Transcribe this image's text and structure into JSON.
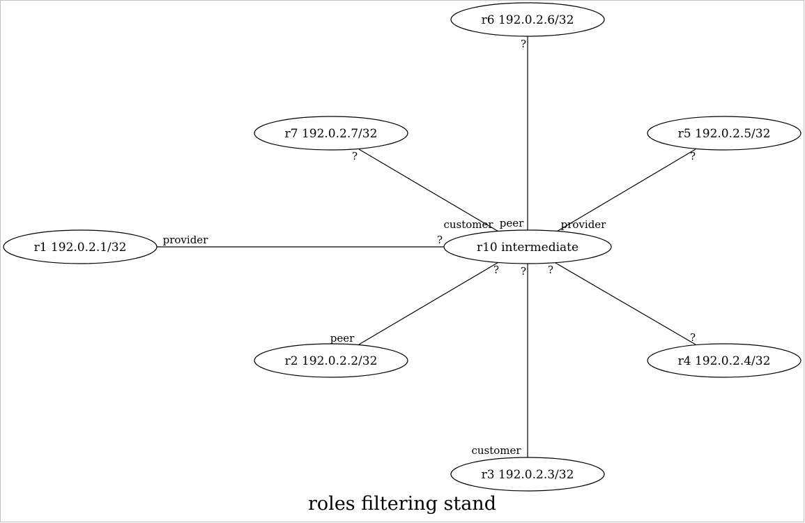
{
  "diagram": {
    "title": "roles filtering stand",
    "nodes": {
      "r6": "r6 192.0.2.6/32",
      "r7": "r7 192.0.2.7/32",
      "r5": "r5 192.0.2.5/32",
      "r1": "r1 192.0.2.1/32",
      "r10": "r10 intermediate",
      "r2": "r2 192.0.2.2/32",
      "r4": "r4 192.0.2.4/32",
      "r3": "r3 192.0.2.3/32"
    },
    "edges": {
      "r6_r10": {
        "tail": "?",
        "head": "peer"
      },
      "r7_r10": {
        "tail": "?",
        "head": "customer"
      },
      "r5_r10": {
        "tail": "?",
        "head": "provider"
      },
      "r1_r10": {
        "tail": "provider",
        "head": "?"
      },
      "r2_r10": {
        "tail": "peer",
        "head": "?"
      },
      "r3_r10": {
        "tail": "customer",
        "head": "?"
      },
      "r4_r10": {
        "tail": "?",
        "head": "?"
      }
    }
  }
}
